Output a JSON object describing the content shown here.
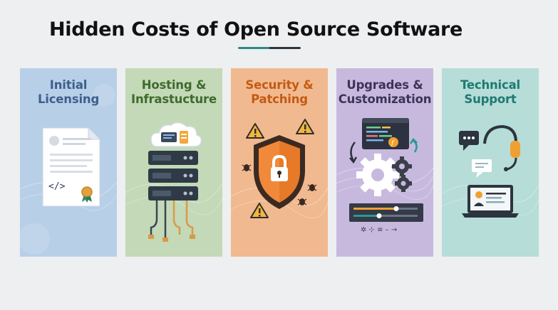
{
  "title": "Hidden Costs of Open Source Software",
  "colors": {
    "title_rule_left": "#2c8a84",
    "title_rule_right": "#2a3640"
  },
  "cards": [
    {
      "line1": "Initial",
      "line2": "Licensing",
      "bg": "#b8cfe8",
      "text": "#3e5f8c",
      "icon": "license-document-icon"
    },
    {
      "line1": "Hosting &",
      "line2": "Infrastucture",
      "bg": "#c3d9b8",
      "text": "#3f6a2d",
      "icon": "server-stack-icon"
    },
    {
      "line1": "Security &",
      "line2": "Patching",
      "bg": "#f1b98f",
      "text": "#c45a14",
      "icon": "security-shield-icon"
    },
    {
      "line1": "Upgrades &",
      "line2": "Customization",
      "bg": "#c7b9de",
      "text": "#3d3358",
      "icon": "gear-code-icon"
    },
    {
      "line1": "Technical",
      "line2": "Support",
      "bg": "#b6ddd8",
      "text": "#1f7a72",
      "icon": "headset-support-icon"
    }
  ]
}
